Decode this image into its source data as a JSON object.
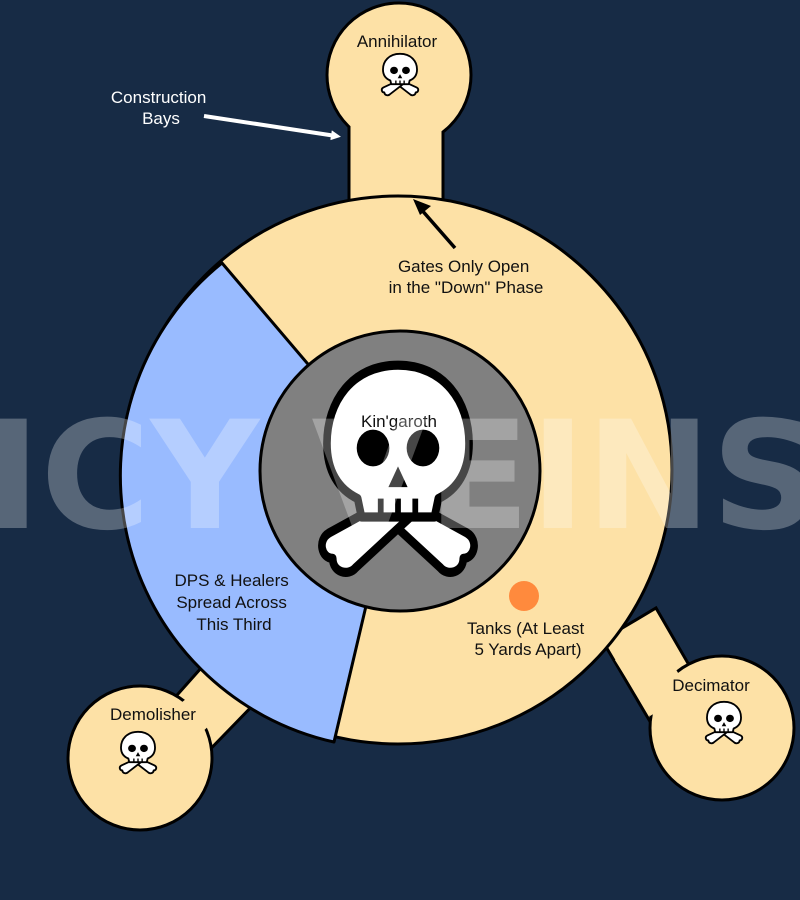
{
  "colors": {
    "background": "#172b45",
    "floor": "#fde1a6",
    "dps_zone": "#99bbff",
    "boss_platform": "#808080",
    "outline": "#000000",
    "tank_marker": "#ff8a3d",
    "arrow_light": "#ffffff",
    "arrow_dark": "#000000"
  },
  "labels": {
    "annihilator": "Annihilator",
    "decimator": "Decimator",
    "demolisher": "Demolisher",
    "boss": "Kin'garoth",
    "construction_bays": [
      "Construction",
      "Bays"
    ],
    "gates": [
      "Gates Only Open",
      "in the \"Down\" Phase"
    ],
    "dps_healers": [
      "DPS & Healers",
      "Spread Across",
      "This Third"
    ],
    "tanks": [
      "Tanks (At Least",
      "5 Yards Apart)"
    ]
  },
  "icons": {
    "bay_icon": "skull-crossbones-icon",
    "boss_icon": "skull-crossbones-icon"
  },
  "watermark": "ICY VEINS"
}
